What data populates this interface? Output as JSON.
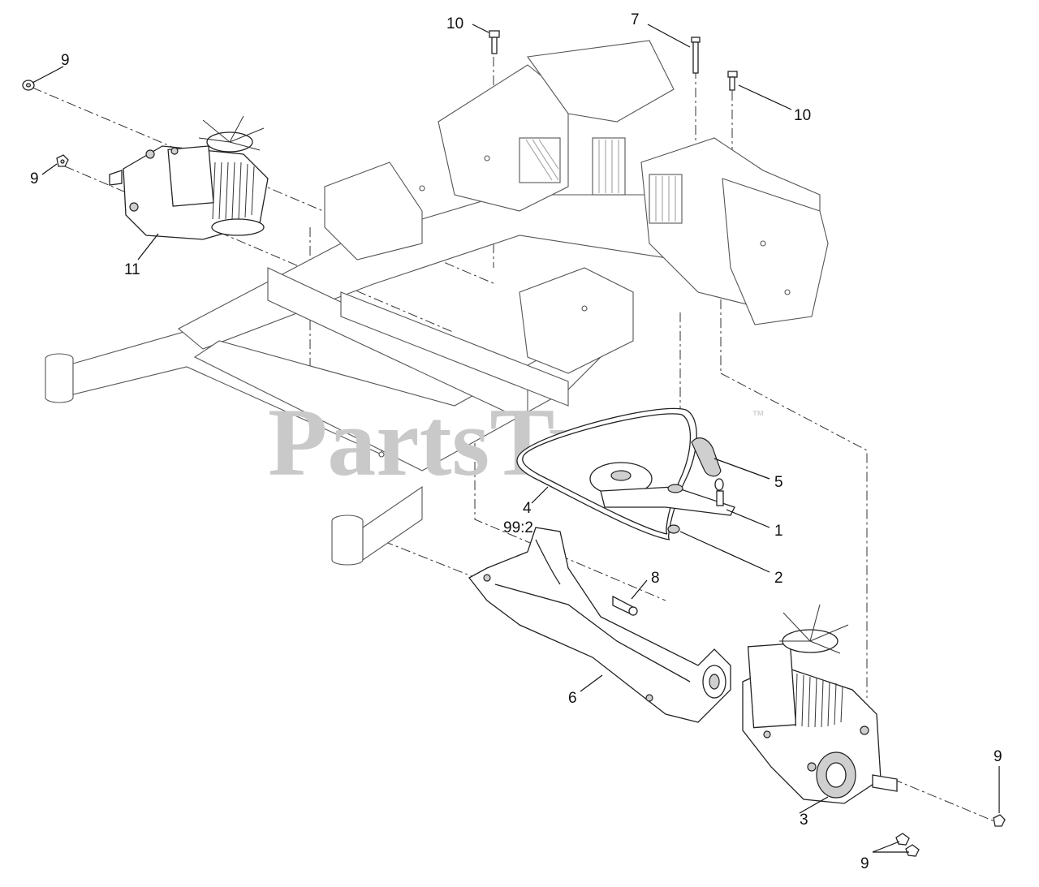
{
  "diagram": {
    "watermark": {
      "text": "PartsTree",
      "trademark": "™"
    },
    "callouts": [
      {
        "id": "c9a",
        "label": "9"
      },
      {
        "id": "c9b",
        "label": "9"
      },
      {
        "id": "c11",
        "label": "11"
      },
      {
        "id": "c10a",
        "label": "10"
      },
      {
        "id": "c7",
        "label": "7"
      },
      {
        "id": "c10b",
        "label": "10"
      },
      {
        "id": "c5",
        "label": "5"
      },
      {
        "id": "c4",
        "label": "4"
      },
      {
        "id": "c992",
        "label": "99:2"
      },
      {
        "id": "c1",
        "label": "1"
      },
      {
        "id": "c2",
        "label": "2"
      },
      {
        "id": "c8",
        "label": "8"
      },
      {
        "id": "c6",
        "label": "6"
      },
      {
        "id": "c9c",
        "label": "9"
      },
      {
        "id": "c3",
        "label": "3"
      },
      {
        "id": "c9d",
        "label": "9"
      }
    ]
  }
}
